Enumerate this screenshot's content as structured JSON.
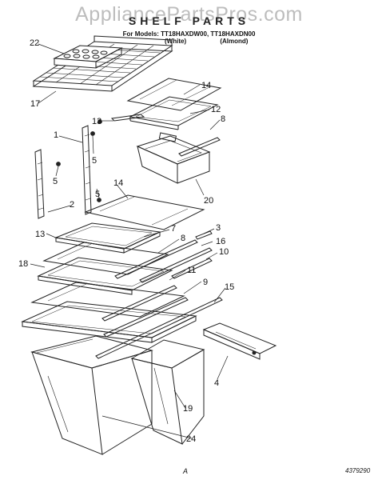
{
  "header": {
    "watermark": "AppliancePartsPros.com",
    "title": "SHELF PARTS",
    "models_line": "For Models: TT18HAXDW00, TT18HAXDN00",
    "variant_white": "(White)",
    "variant_almond": "(Almond)"
  },
  "callouts": {
    "n22": "22",
    "n17": "17",
    "n14a": "14",
    "n12": "12",
    "n13a": "13",
    "n8a": "8",
    "n1": "1",
    "n5a": "5",
    "n5b": "5",
    "n5c": "5",
    "n20": "20",
    "n14b": "14",
    "n2": "2",
    "n3": "3",
    "n13b": "13",
    "n7": "7",
    "n8b": "8",
    "n16": "16",
    "n18": "18",
    "n10": "10",
    "n11": "11",
    "n9": "9",
    "n15": "15",
    "n4": "4",
    "n19": "19",
    "n24": "24"
  },
  "footer": {
    "page_mark": "A",
    "doc_number": "4379290"
  }
}
